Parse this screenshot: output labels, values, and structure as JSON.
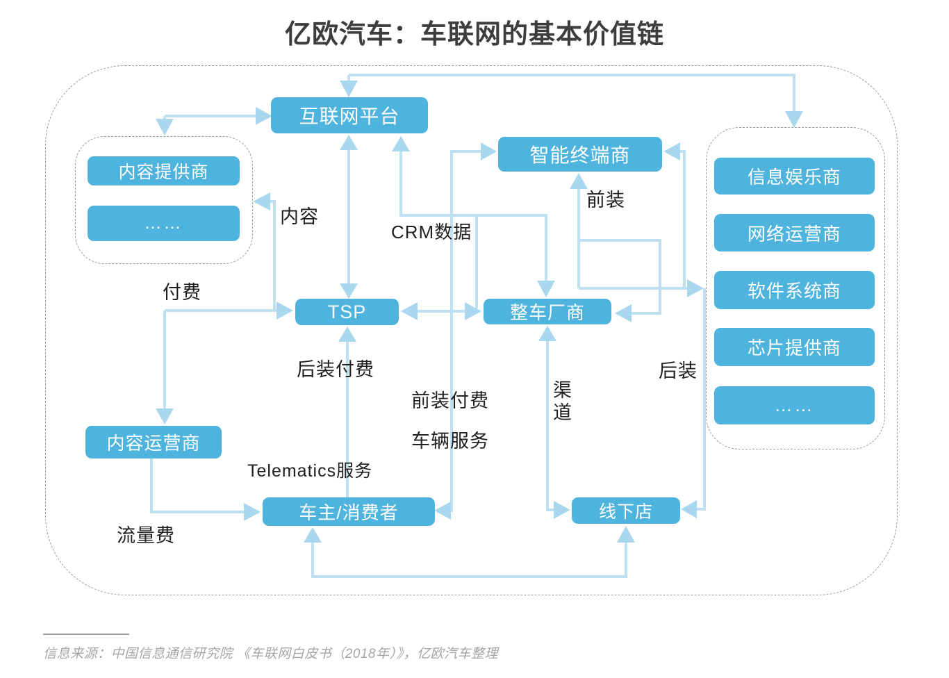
{
  "title": "亿欧汽车：车联网的基本价值链",
  "diagram": {
    "nodes": {
      "internet_platform": "互联网平台",
      "content_provider": "内容提供商",
      "content_dots": "……",
      "smart_terminal": "智能终端商",
      "infotainment": "信息娱乐商",
      "network_operator": "网络运营商",
      "software_system": "软件系统商",
      "chip_provider": "芯片提供商",
      "supplier_dots": "……",
      "tsp": "TSP",
      "oem": "整车厂商",
      "content_operator": "内容运营商",
      "car_owner": "车主/消费者",
      "offline_store": "线下店"
    },
    "edge_labels": {
      "content": "内容",
      "crm_data": "CRM数据",
      "front_install": "前装",
      "pay": "付费",
      "aftermarket_pay": "后装付费",
      "front_install_pay": "前装付费",
      "vehicle_service": "车辆服务",
      "telematics_service": "Telematics服务",
      "channel": "渠道",
      "aftermarket": "后装",
      "traffic_fee": "流量费"
    }
  },
  "footer": {
    "source": "信息来源：中国信息通信研究院 《车联网白皮书（2018年）》，亿欧汽车整理"
  },
  "colors": {
    "node_fill": "#4FB4DD",
    "node_text": "#FFFFFF",
    "connector": "#BFE0F1",
    "arrowhead": "#A9D7EE",
    "dashed_border": "#9A9A9A",
    "title_text": "#3D3D3D",
    "label_text": "#1F1F1F",
    "footer_text": "#A7A4A4"
  }
}
